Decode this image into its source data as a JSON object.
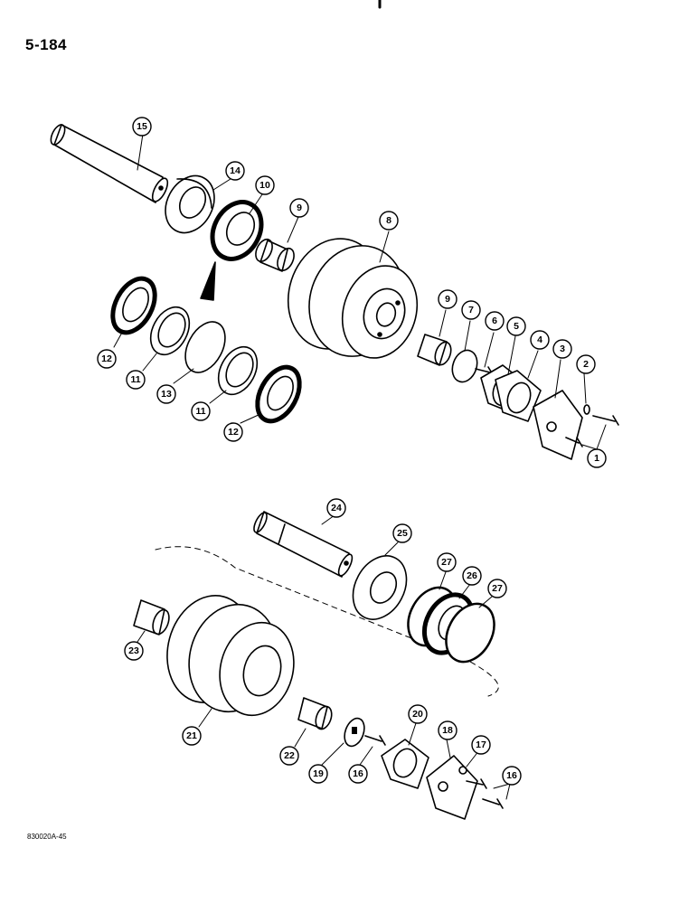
{
  "page_number": "5-184",
  "figure_code": "830020A-45",
  "callouts": [
    "1",
    "2",
    "3",
    "4",
    "5",
    "6",
    "7",
    "8",
    "9",
    "9",
    "10",
    "11",
    "11",
    "12",
    "12",
    "13",
    "14",
    "15",
    "16",
    "16",
    "17",
    "18",
    "19",
    "20",
    "21",
    "22",
    "23",
    "24",
    "25",
    "26",
    "27",
    "27"
  ]
}
